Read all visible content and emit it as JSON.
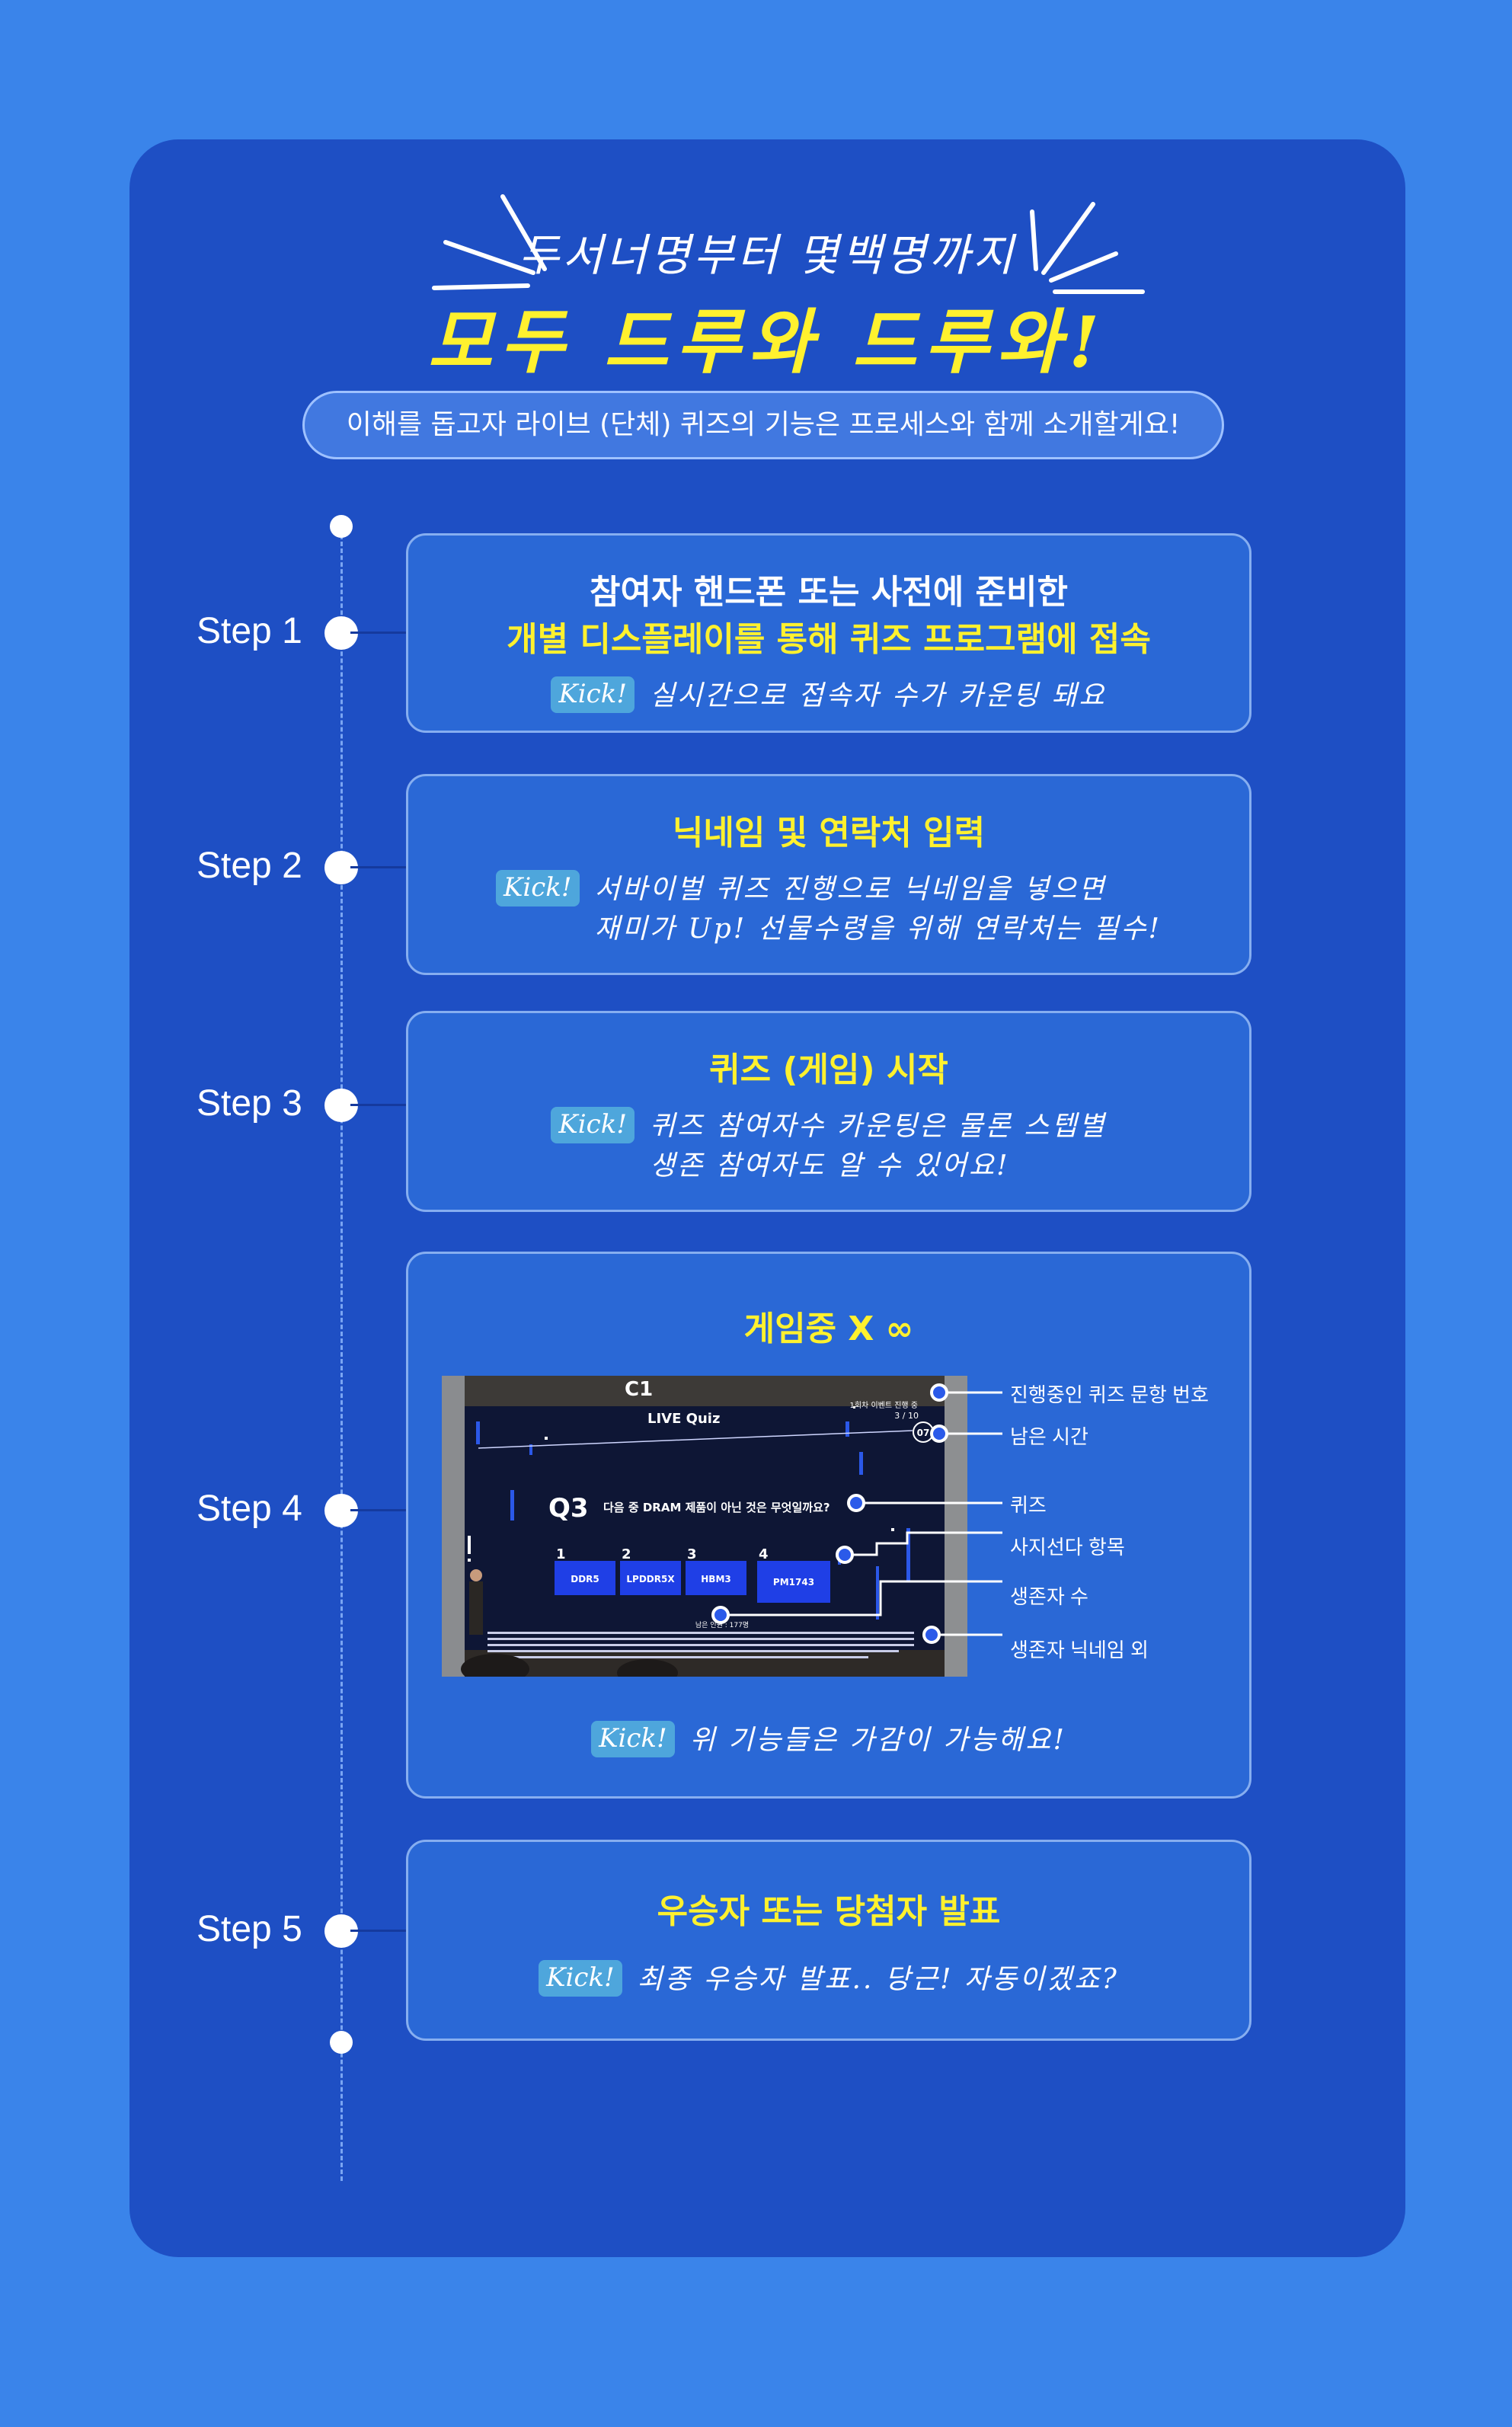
{
  "hero": {
    "subtitle": "두서너명부터 몇백명까지",
    "title": "모두 드루와 드루와!",
    "pill": "이해를 돕고자 라이브 (단체) 퀴즈의 기능은 프로세스와 함께 소개할게요!"
  },
  "kick_label": "Kick!",
  "steps": [
    {
      "label": "Step 1",
      "title_white": "참여자 핸드폰 또는 사전에 준비한",
      "title_yellow": "개별 디스플레이를 통해 퀴즈 프로그램에 접속",
      "kick_lines": [
        "실시간으로 접속자 수가 카운팅 돼요"
      ]
    },
    {
      "label": "Step 2",
      "title_yellow": "닉네임 및 연락처 입력",
      "kick_lines": [
        "서바이벌 퀴즈 진행으로 닉네임을 넣으면",
        "재미가 Up! 선물수령을 위해 연락처는 필수!"
      ]
    },
    {
      "label": "Step 3",
      "title_yellow": "퀴즈 (게임) 시작",
      "kick_lines": [
        "퀴즈 참여자수 카운팅은 물론 스텝별",
        "생존 참여자도 알 수 있어요!"
      ]
    },
    {
      "label": "Step 4",
      "title_yellow": "게임중 X ∞",
      "kick_lines": [
        "위 기능들은 가감이 가능해요!"
      ],
      "callouts": [
        "진행중인 퀴즈 문항 번호",
        "남은 시간",
        "퀴즈",
        "사지선다 항목",
        "생존자 수",
        "생존자 닉네임 외"
      ],
      "screen": {
        "header": "LIVE Quiz",
        "sign": "C1",
        "progress": "3 / 10",
        "event": "1회차 이벤트 진행 중",
        "timer": "07",
        "qnum": "Q3",
        "question": "다음 중 DRAM 제품이 아닌 것은 무엇일까요?",
        "options": [
          {
            "n": "1",
            "label": "DDR5"
          },
          {
            "n": "2",
            "label": "LPDDR5X"
          },
          {
            "n": "3",
            "label": "HBM3"
          },
          {
            "n": "4",
            "label": "PM1743"
          }
        ],
        "survivors": "남은 인원 : 177명"
      }
    },
    {
      "label": "Step 5",
      "title_yellow": "우승자 또는 당첨자 발표",
      "kick_lines": [
        "최종 우승자 발표.. 당근! 자동이겠죠?"
      ]
    }
  ],
  "colors": {
    "page_bg": "#3a84ea",
    "panel_bg": "#1e4fc4",
    "card_bg": "#2a68d6",
    "accent_yellow": "#fff12e",
    "kick_bg": "#4ea6dc"
  }
}
